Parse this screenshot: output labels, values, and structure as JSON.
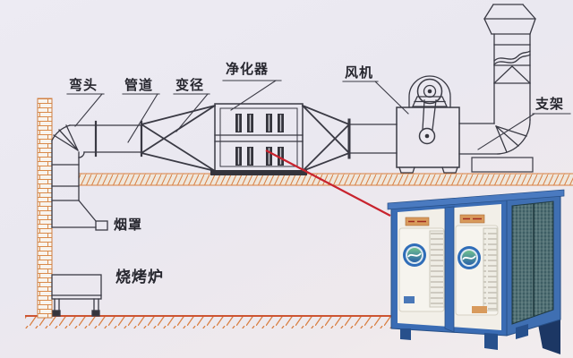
{
  "labels": {
    "elbow": "弯头",
    "duct": "管道",
    "reducer": "变径",
    "purifier": "净化器",
    "fan": "风机",
    "bracket": "支架",
    "smoke_hood": "烟罩",
    "bbq_oven": "烧烤炉"
  },
  "colors": {
    "line": "#3a3a44",
    "brick_mortar": "#d98a4a",
    "hatch": "#d98044",
    "ground_line": "#cc5533",
    "red_callout": "#c8232e",
    "photo_frame_blue": "#3a6cb4",
    "photo_mesh_teal": "#567579",
    "door_white": "#f2efe8",
    "nameplate_orange": "#d89a5c"
  }
}
